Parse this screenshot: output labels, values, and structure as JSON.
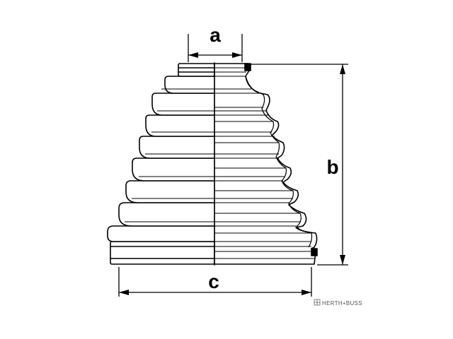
{
  "diagram": {
    "labels": {
      "a": "a",
      "b": "b",
      "c": "c"
    },
    "watermark": "HERTH+BUSS",
    "colors": {
      "line": "#000000",
      "background": "#ffffff",
      "watermark": "#555555"
    }
  }
}
